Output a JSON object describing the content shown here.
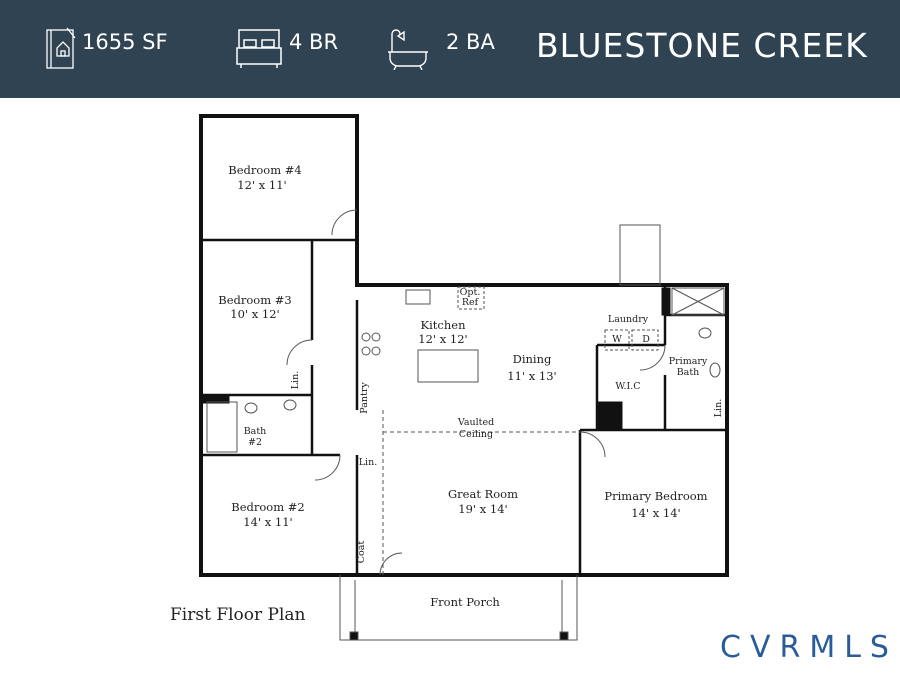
{
  "header": {
    "sqft": "1655 SF",
    "bedrooms": "4 BR",
    "baths": "2 BA",
    "title": "BLUESTONE CREEK",
    "background_color": "#2f4353",
    "icons": [
      "blueprint-house-icon",
      "bed-icon",
      "bathtub-shower-icon"
    ]
  },
  "plan": {
    "caption": "First Floor Plan",
    "rooms": [
      {
        "name": "Bedroom #4",
        "size": "12' x 11'"
      },
      {
        "name": "Bedroom #3",
        "size": "10' x 12'"
      },
      {
        "name": "Bath",
        "size": "#2"
      },
      {
        "name": "Bedroom #2",
        "size": "14' x 11'"
      },
      {
        "name": "Kitchen",
        "size": "12' x 12'"
      },
      {
        "name": "Dining",
        "size": "11' x 13'"
      },
      {
        "name": "Great Room",
        "size": "19' x 14'"
      },
      {
        "name": "Primary Bedroom",
        "size": "14' x 14'"
      },
      {
        "name": "Front Porch"
      }
    ],
    "small_labels": {
      "opt_ref_1": "Opt.",
      "opt_ref_2": "Ref",
      "laundry": "Laundry",
      "washer": "W",
      "dryer": "D",
      "wic": "W.I.C",
      "primary_bath_1": "Primary",
      "primary_bath_2": "Bath",
      "lin": "Lin.",
      "pantry": "Pantry",
      "coat": "Coat",
      "vaulted_1": "Vaulted",
      "vaulted_2": "Ceiling"
    }
  },
  "logo": {
    "text": "CVRMLS",
    "color": "#2a5c9a"
  }
}
